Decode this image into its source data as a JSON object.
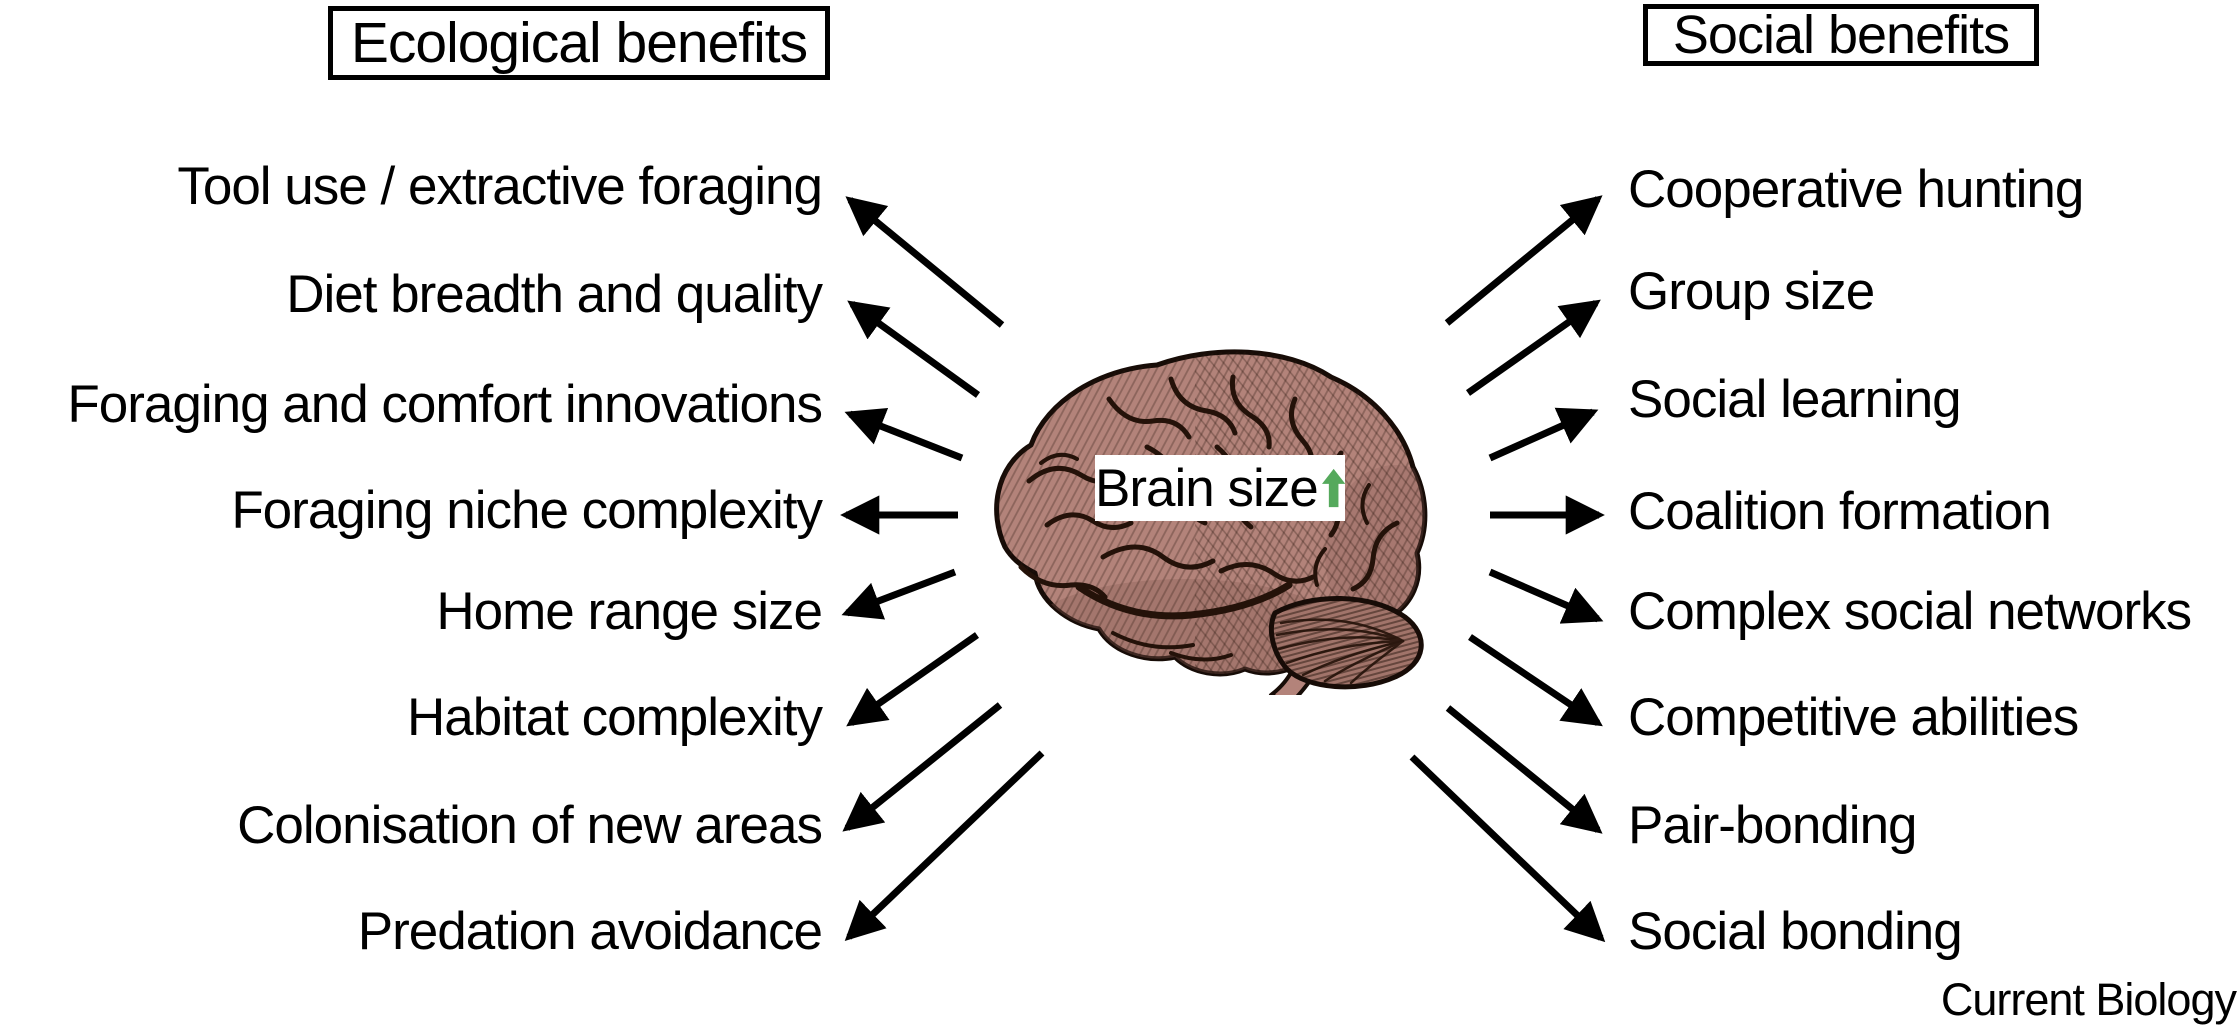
{
  "headers": {
    "left": "Ecological benefits",
    "right": "Social benefits"
  },
  "center": {
    "label": "Brain size",
    "icon": "up-arrow-icon",
    "icon_color": "#55a95c"
  },
  "left_column": {
    "items": [
      "Tool use / extractive foraging",
      "Diet breadth and quality",
      "Foraging and comfort innovations",
      "Foraging niche complexity",
      "Home range size",
      "Habitat complexity",
      "Colonisation of new areas",
      "Predation avoidance"
    ]
  },
  "right_column": {
    "items": [
      "Cooperative hunting",
      "Group size",
      "Social learning",
      "Coalition formation",
      "Complex social networks",
      "Competitive abilities",
      "Pair-bonding",
      "Social bonding"
    ]
  },
  "footer": {
    "journal": "Current Biology"
  },
  "colors": {
    "brain_base": "#b3837a",
    "arrow": "#000000"
  }
}
